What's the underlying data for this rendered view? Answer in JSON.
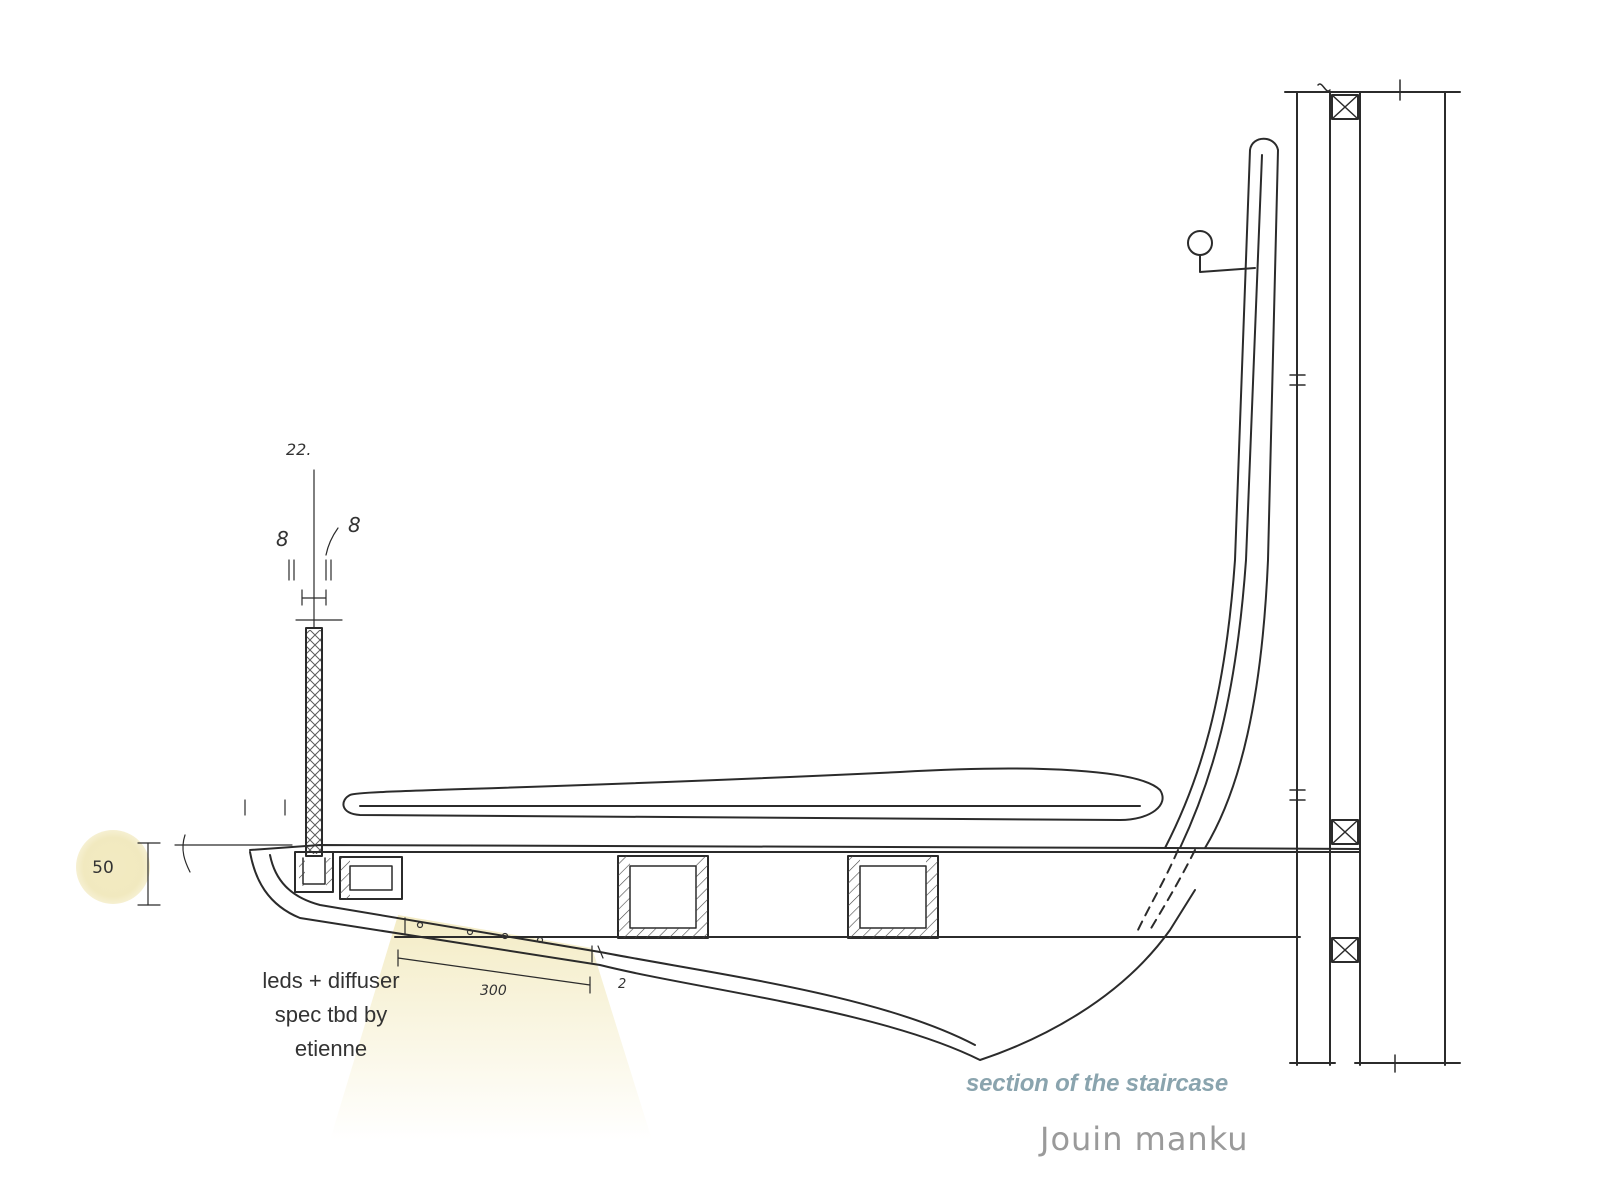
{
  "annotations": {
    "leds_note": "leds + diffuser\nspec tbd by\netienne",
    "dimension_badge": "50",
    "dim_22": "22.",
    "dim_8_left": "8",
    "dim_8_right": "8",
    "dim_300": "300",
    "dim_2": "2"
  },
  "caption": "section of the staircase",
  "studio": "Jouin manku",
  "colors": {
    "caption": "#8aa4ae",
    "studio": "#9a9a9a",
    "light_glow": "#f3ebc2",
    "badge": "#f1e9bf",
    "ink": "#2b2b2b"
  }
}
